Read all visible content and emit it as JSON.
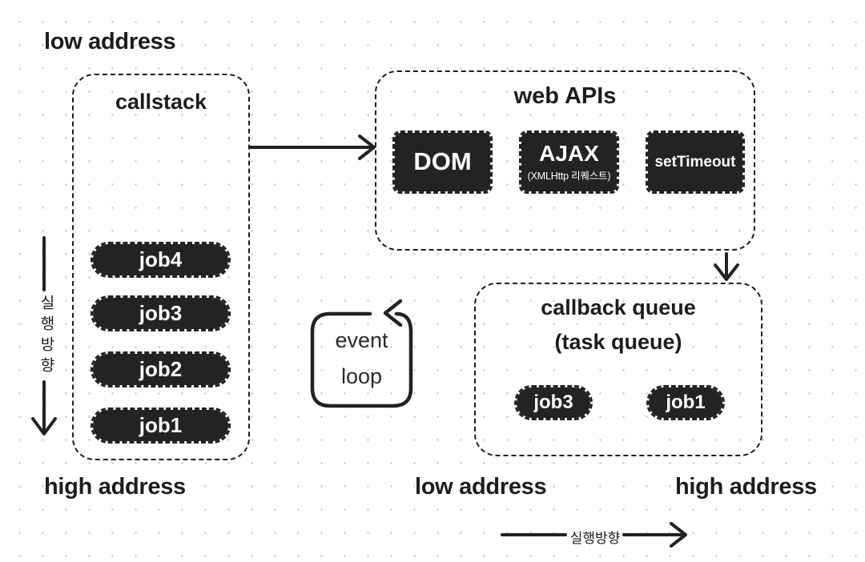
{
  "labels": {
    "low_address_top": "low address",
    "high_address_bottom_left": "high address",
    "low_address_bottom": "low address",
    "high_address_bottom_right": "high address",
    "exec_direction_vertical": "실행방향",
    "exec_direction_horizontal": "실행방향"
  },
  "callstack": {
    "title": "callstack",
    "jobs": [
      "job4",
      "job3",
      "job2",
      "job1"
    ]
  },
  "web_apis": {
    "title": "web APIs",
    "items": [
      {
        "label": "DOM",
        "sublabel": ""
      },
      {
        "label": "AJAX",
        "sublabel": "(XMLHttp 리퀘스트)"
      },
      {
        "label": "setTimeout",
        "sublabel": ""
      }
    ]
  },
  "callback_queue": {
    "title": "callback queue",
    "subtitle": "(task queue)",
    "jobs": [
      "job3",
      "job1"
    ]
  },
  "event_loop": {
    "line1": "event",
    "line2": "loop"
  },
  "colors": {
    "ink": "#1d1d1d",
    "dark_box_fill": "#232323",
    "dark_box_text": "#ffffff",
    "background": "#ffffff",
    "grid_dot": "#cccccc"
  }
}
